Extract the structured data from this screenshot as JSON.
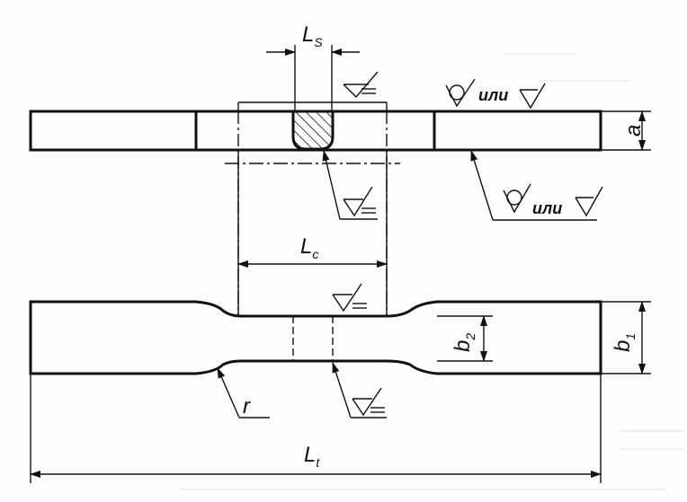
{
  "labels": {
    "ls": {
      "main": "L",
      "sub": "S"
    },
    "lc": {
      "main": "L",
      "sub": "c"
    },
    "lt": {
      "main": "L",
      "sub": "t"
    },
    "a": "a",
    "b1": {
      "main": "b",
      "sub": "1"
    },
    "b2": {
      "main": "b",
      "sub": "2"
    },
    "r": "r",
    "or_word_top": "или",
    "or_word_mid": "или"
  },
  "colors": {
    "ink": "#111111",
    "paper": "#fdfdfb"
  }
}
